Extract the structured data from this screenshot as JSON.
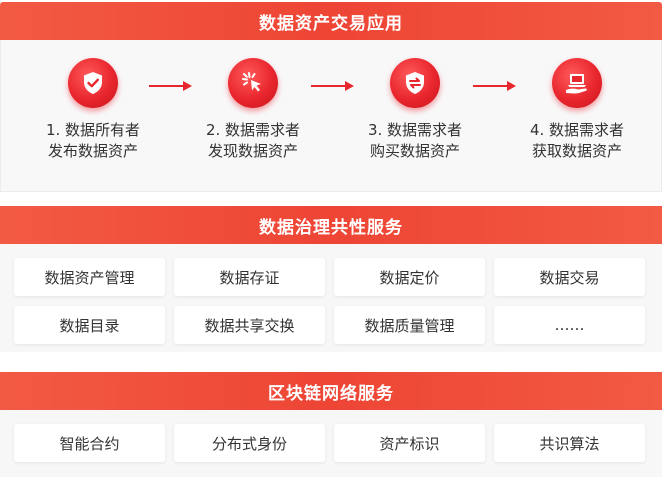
{
  "colors": {
    "accent": "#ee4535",
    "icon_red": "#e8262d",
    "text": "#333333"
  },
  "section1": {
    "title": "数据资产交易应用",
    "steps": [
      {
        "icon": "shield-check-icon",
        "line1": "1. 数据所有者",
        "line2": "发布数据资产"
      },
      {
        "icon": "cursor-click-icon",
        "line1": "2. 数据需求者",
        "line2": "发现数据资产"
      },
      {
        "icon": "shield-exchange-icon",
        "line1": "3. 数据需求者",
        "line2": "购买数据资产"
      },
      {
        "icon": "laptop-hand-icon",
        "line1": "4. 数据需求者",
        "line2": "获取数据资产"
      }
    ]
  },
  "section2": {
    "title": "数据治理共性服务",
    "items": [
      "数据资产管理",
      "数据存证",
      "数据定价",
      "数据交易",
      "数据目录",
      "数据共享交换",
      "数据质量管理",
      "……"
    ]
  },
  "section3": {
    "title": "区块链网络服务",
    "items": [
      "智能合约",
      "分布式身份",
      "资产标识",
      "共识算法"
    ]
  }
}
